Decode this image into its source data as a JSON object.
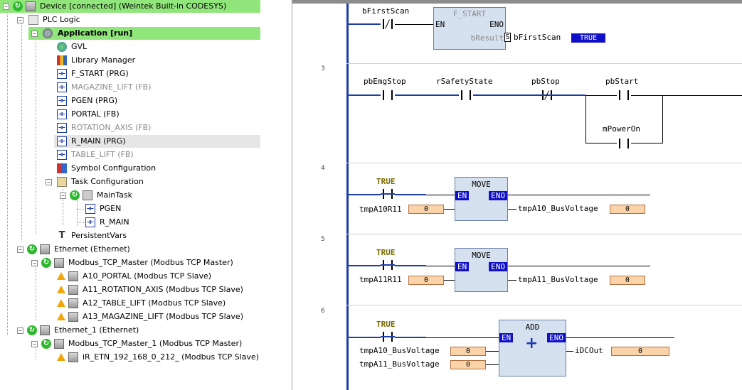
{
  "tree": {
    "items": [
      {
        "label": "Device [connected] (Weintek Built-in CODESYS)"
      },
      {
        "label": "PLC Logic"
      },
      {
        "label": "Application [run]"
      },
      {
        "label": "GVL"
      },
      {
        "label": "Library Manager"
      },
      {
        "label": "F_START (PRG)"
      },
      {
        "label": "MAGAZINE_LIFT (FB)"
      },
      {
        "label": "PGEN (PRG)"
      },
      {
        "label": "PORTAL (FB)"
      },
      {
        "label": "ROTATION_AXIS (FB)"
      },
      {
        "label": "R_MAIN (PRG)"
      },
      {
        "label": "TABLE_LIFT (FB)"
      },
      {
        "label": "Symbol Configuration"
      },
      {
        "label": "Task Configuration"
      },
      {
        "label": "MainTask"
      },
      {
        "label": "PGEN"
      },
      {
        "label": "R_MAIN"
      },
      {
        "label": "PersistentVars"
      },
      {
        "label": "Ethernet (Ethernet)"
      },
      {
        "label": "Modbus_TCP_Master (Modbus TCP Master)"
      },
      {
        "label": "A10_PORTAL (Modbus TCP Slave)"
      },
      {
        "label": "A11_ROTATION_AXIS (Modbus TCP Slave)"
      },
      {
        "label": "A12_TABLE_LIFT (Modbus TCP Slave)"
      },
      {
        "label": "A13_MAGAZINE_LIFT (Modbus TCP Slave)"
      },
      {
        "label": "Ethernet_1 (Ethernet)"
      },
      {
        "label": "Modbus_TCP_Master_1 (Modbus TCP Master)"
      },
      {
        "label": "iR_ETN_192_168_0_212_ (Modbus TCP Slave)"
      }
    ]
  },
  "ladder": {
    "net2": {
      "contact": "bFirstScan",
      "fb_name": "F_START",
      "pin_en": "EN",
      "pin_eno": "ENO",
      "pin_out": "bResult",
      "coil_letter": "S",
      "coil_var": "bFirstScan",
      "coil_value": "TRUE"
    },
    "net3": {
      "number": "3",
      "c1": "pbEmgStop",
      "c2": "rSafetyState",
      "c3": "pbStop",
      "c4": "pbStart",
      "c5": "mPowerOn"
    },
    "net4": {
      "number": "4",
      "contact_val": "TRUE",
      "fb_name": "MOVE",
      "pin_en": "EN",
      "pin_eno": "ENO",
      "in_var": "tmpA10R11",
      "in_val": "0",
      "out_var": "tmpA10_BusVoltage",
      "out_val": "0"
    },
    "net5": {
      "number": "5",
      "contact_val": "TRUE",
      "fb_name": "MOVE",
      "pin_en": "EN",
      "pin_eno": "ENO",
      "in_var": "tmpA11R11",
      "in_val": "0",
      "out_var": "tmpA11_BusVoltage",
      "out_val": "0"
    },
    "net6": {
      "number": "6",
      "contact_val": "TRUE",
      "fb_name": "ADD",
      "pin_en": "EN",
      "pin_eno": "ENO",
      "in1_var": "tmpA10_BusVoltage",
      "in1_val": "0",
      "in2_var": "tmpA11_BusVoltage",
      "in2_val": "0",
      "out_var": "iDCOut",
      "out_val": "0"
    }
  },
  "colors": {
    "highlight": "#90e67a",
    "power_rail": "#1e3da8",
    "value_box": "#fad4a8",
    "true_box": "#1010c8"
  }
}
